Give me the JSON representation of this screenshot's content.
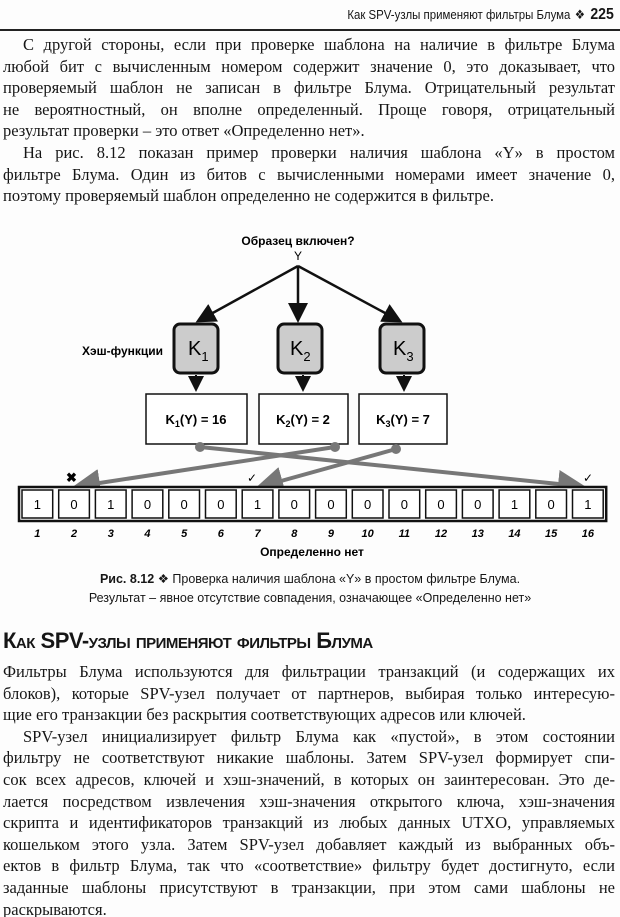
{
  "header": {
    "running_title": "Как SPV-узлы применяют фильтры Блума",
    "separator": "❖",
    "page_number": "225"
  },
  "intro_paragraphs": [
    [
      "С другой стороны, если при проверке шаблона на наличие в фильтре Блума",
      "любой бит с вычисленным номером содержит значение 0, это доказывает, что",
      "проверяемый шаблон не записан в фильтре Блума. Отрицательный результат",
      "не вероятностный, он вполне определенный. Проще говоря, отрицательный",
      "результат проверки – это ответ «Определенно нет»."
    ],
    [
      "На рис. 8.12 показан пример проверки наличия шаблона «Y» в простом",
      "фильтре Блума. Один из битов с вычисленными номерами имеет значение 0,",
      "поэтому проверяемый шаблон определенно не содержится в фильтре."
    ]
  ],
  "figure": {
    "question": "Образец включен?",
    "input": "Y",
    "hash_label": "Хэш-функции",
    "hash_functions": [
      {
        "name": "K",
        "sub": "1"
      },
      {
        "name": "K",
        "sub": "2"
      },
      {
        "name": "K",
        "sub": "3"
      }
    ],
    "results": [
      {
        "pre": "K",
        "sub": "1",
        "post": "(Y) = 16"
      },
      {
        "pre": "K",
        "sub": "2",
        "post": "(Y) = 2"
      },
      {
        "pre": "K",
        "sub": "3",
        "post": "(Y) = 7"
      }
    ],
    "bits": [
      1,
      0,
      1,
      0,
      0,
      0,
      1,
      0,
      0,
      0,
      0,
      0,
      0,
      1,
      0,
      1
    ],
    "positions": [
      "1",
      "2",
      "3",
      "4",
      "5",
      "6",
      "7",
      "8",
      "9",
      "10",
      "11",
      "12",
      "13",
      "14",
      "15",
      "16"
    ],
    "marks": {
      "miss": "✖",
      "hit": "✓"
    },
    "result_label": "Определенно нет",
    "caption_num": "Рис. 8.12",
    "caption_sep": "❖",
    "caption_line1": "Проверка наличия шаблона «Y» в простом фильтре Блума.",
    "caption_line2": "Результат – явное отсутствие совпадения, означающее «Определенно нет»"
  },
  "section_heading": "Как SPV-узлы применяют фильтры Блума",
  "body_paragraphs": [
    [
      "Фильтры Блума используются для фильтрации транзакций (и содержащих их",
      "блоков), которые SPV-узел получает от партнеров, выбирая только интересую-",
      "щие его транзакции без раскрытия соответствующих адресов или ключей."
    ],
    [
      "SPV-узел инициализирует фильтр Блума как «пустой», в этом состоянии",
      "фильтру не соответствуют никакие шаблоны. Затем SPV-узел формирует спи-",
      "сок всех адресов, ключей и хэш-значений, в которых он заинтересован. Это де-",
      "лается посредством извлечения хэш-значения открытого ключа, хэш-значения",
      "скрипта и идентификаторов транзакций из любых данных UTXO, управляемых",
      "кошельком этого узла. Затем SPV-узел добавляет каждый из выбранных объ-",
      "ектов в фильтр Блума, так что «соответствие» фильтру будет достигнуто, если",
      "заданные шаблоны присутствуют в транзакции, при этом сами шаблоны не",
      "раскрываются."
    ]
  ]
}
